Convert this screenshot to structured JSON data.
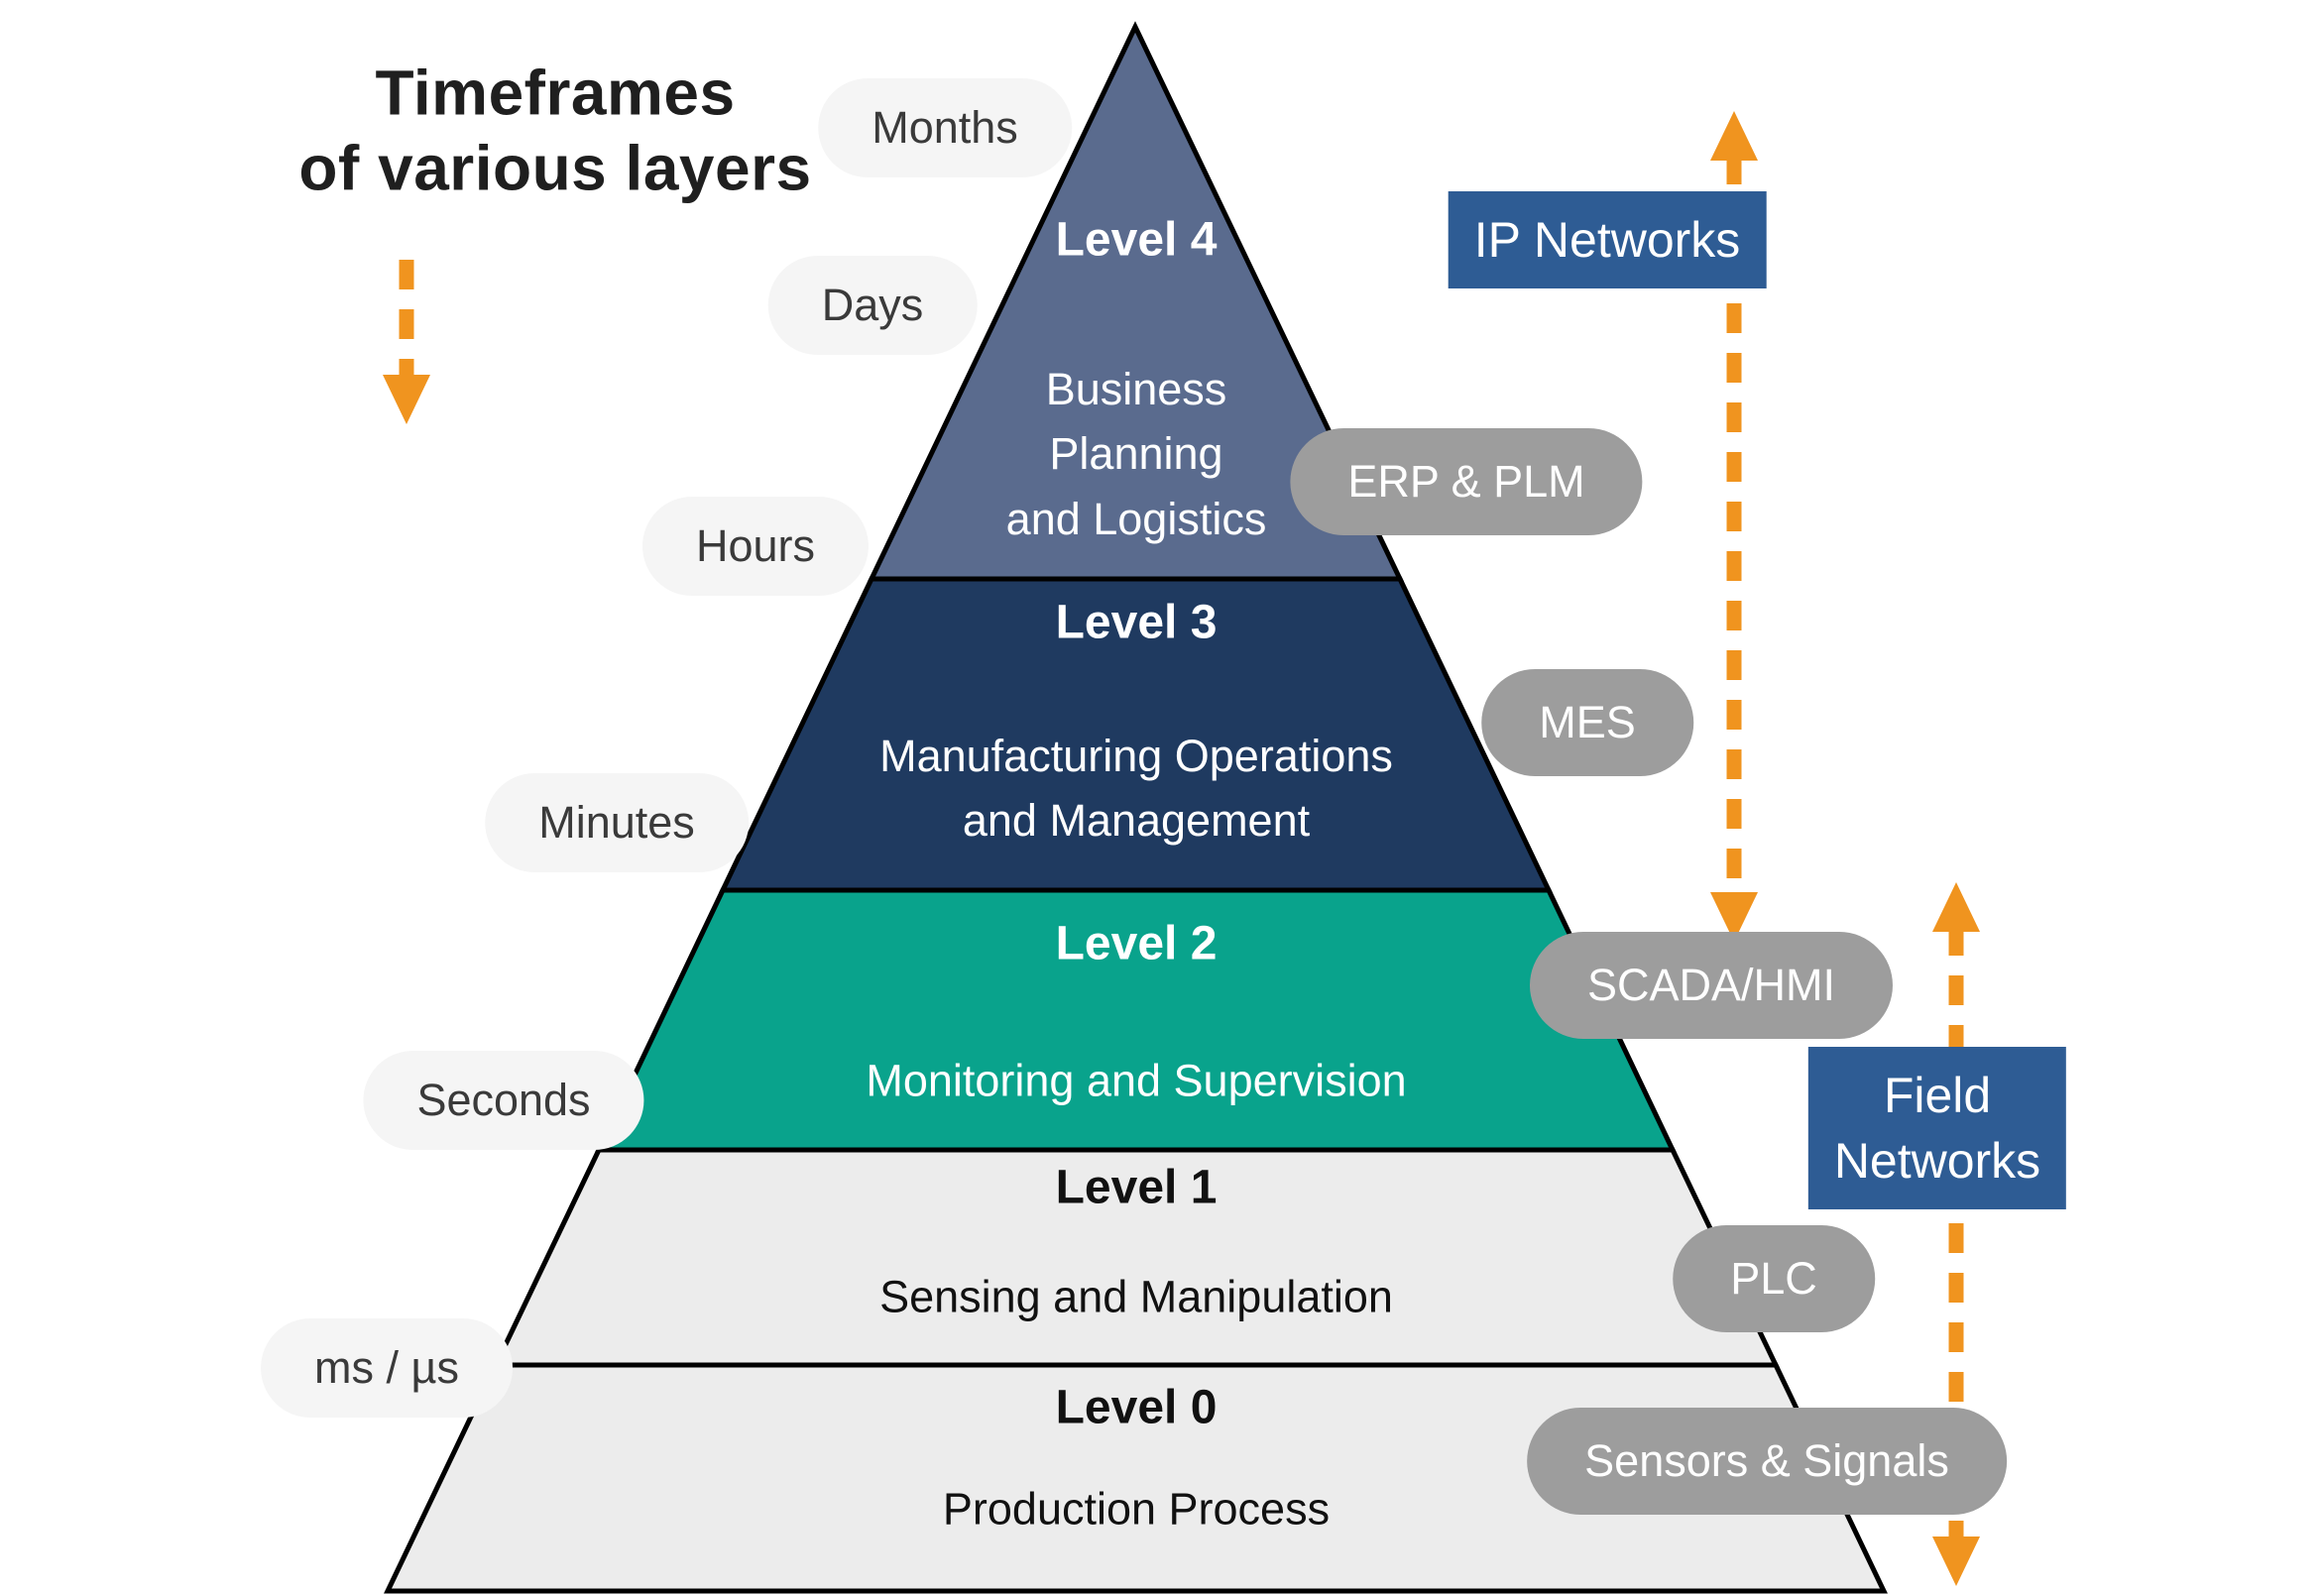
{
  "title": {
    "text": "Timeframes\nof various layers"
  },
  "timeframes": [
    {
      "label": "Months"
    },
    {
      "label": "Days"
    },
    {
      "label": "Hours"
    },
    {
      "label": "Minutes"
    },
    {
      "label": "Seconds"
    },
    {
      "label": "ms / µs"
    }
  ],
  "pyramid": {
    "levels": [
      {
        "name": "Level 4",
        "description": "Business\nPlanning\nand Logistics",
        "color": "#5a6b8e"
      },
      {
        "name": "Level 3",
        "description": "Manufacturing Operations\nand Management",
        "color": "#1f3a60"
      },
      {
        "name": "Level 2",
        "description": "Monitoring and Supervision",
        "color": "#09a38c"
      },
      {
        "name": "Level 1",
        "description": "Sensing and Manipulation",
        "color": "#ececec"
      },
      {
        "name": "Level 0",
        "description": "Production Process",
        "color": "#ececec"
      }
    ]
  },
  "systems": [
    {
      "label": "ERP & PLM"
    },
    {
      "label": "MES"
    },
    {
      "label": "SCADA/HMI"
    },
    {
      "label": "PLC"
    },
    {
      "label": "Sensors & Signals"
    }
  ],
  "networks": [
    {
      "label": "IP Networks"
    },
    {
      "label": "Field\nNetworks"
    }
  ],
  "colors": {
    "arrow_orange": "#f0941f",
    "network_blue": "#2e5c94",
    "system_gray": "#9d9d9d",
    "timeframe_gray": "#f5f5f5",
    "outline_black": "#000000"
  }
}
